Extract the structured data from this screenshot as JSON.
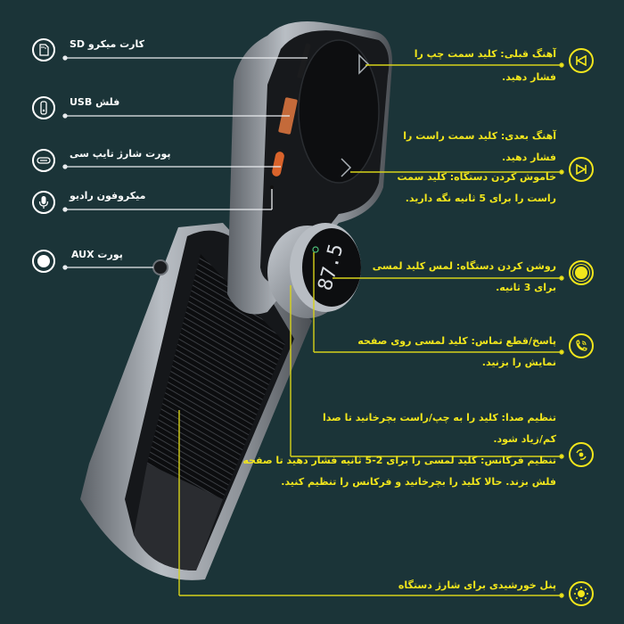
{
  "colors": {
    "background": "#1b3438",
    "left_accent": "#ffffff",
    "right_accent": "#f2e61c"
  },
  "device": {
    "display_reading": "87.5"
  },
  "left_features": [
    {
      "label": "کارت میکرو SD",
      "icon": "sd-card-icon"
    },
    {
      "label": "فلش USB",
      "icon": "usb-flash-icon"
    },
    {
      "label": "پورت شارژ تایپ سی",
      "icon": "usb-c-port-icon"
    },
    {
      "label": "میکروفون رادیو",
      "icon": "microphone-icon"
    },
    {
      "label": "پورت AUX",
      "icon": "aux-port-icon"
    }
  ],
  "right_features": [
    {
      "line1": "آهنگ قبلی: کلید سمت چپ را",
      "line2": "فشار دهید.",
      "icon": "previous-track-icon"
    },
    {
      "line1": "آهنگ بعدی: کلید سمت راست را",
      "line2": "فشار دهید.",
      "line3": "خاموش کردن دستگاه: کلید سمت",
      "line4": "راست را برای 5 ثانیه نگه دارید.",
      "icon": "next-track-icon"
    },
    {
      "line1": "روشن کردن دستگاه: لمس کلید لمسی",
      "line2": "برای 3 ثانیه.",
      "icon": "power-touch-icon"
    },
    {
      "line1": "پاسخ/قطع تماس: کلید لمسی روی صفحه",
      "line2": "نمایش را بزنید.",
      "icon": "phone-call-icon"
    },
    {
      "line1": "تنظیم صدا: کلید را به چپ/راست بچرخانید تا صدا",
      "line2": "کم/زیاد شود.",
      "line3": "تنظیم فرکانس: کلید لمسی را برای 2-5 ثانیه فشار دهید تا صفحه",
      "line4": "فلش بزند. حالا کلید را بچرخانید و فرکانس را تنظیم کنید.",
      "icon": "rotate-knob-icon"
    },
    {
      "line1": "پنل خورشیدی برای شارژ دستگاه",
      "icon": "sun-solar-icon"
    }
  ]
}
